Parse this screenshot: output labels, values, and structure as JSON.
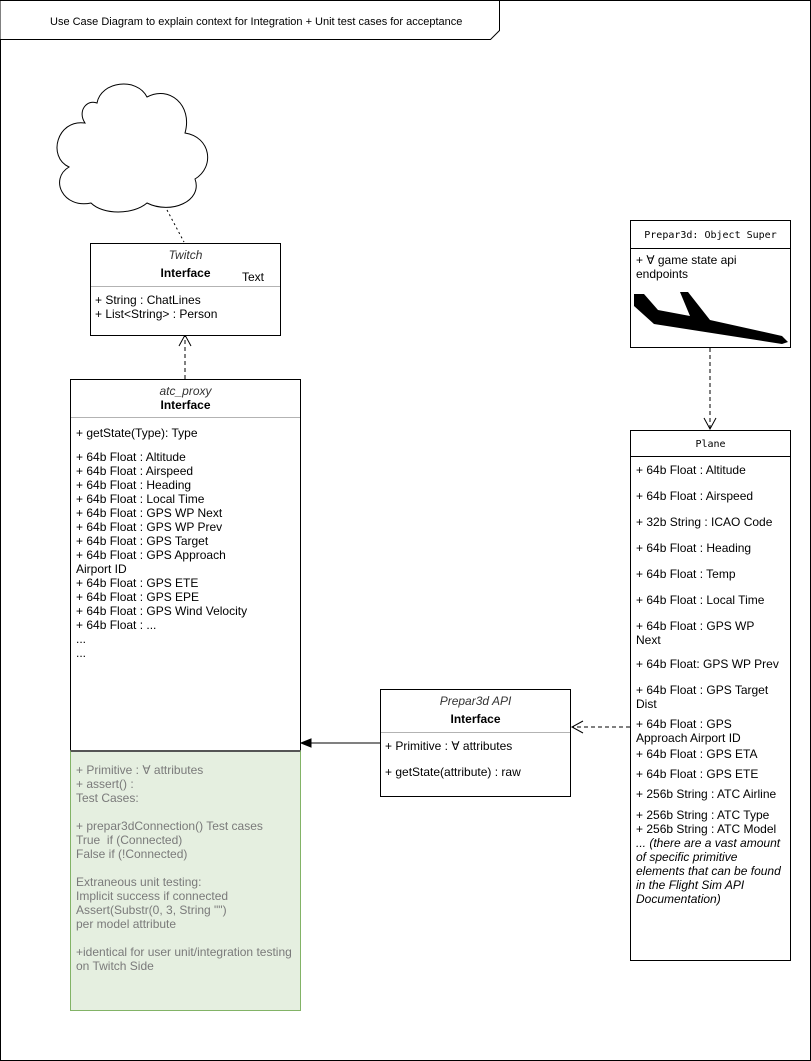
{
  "frame_title": "Use Case Diagram to explain context for Integration + Unit test cases for acceptance",
  "twitch": {
    "stereotype": "Twitch",
    "name": "Interface",
    "extra": "Text",
    "attributes": [
      "+ String : ChatLines",
      "+ List<String> : Person"
    ]
  },
  "atc_proxy": {
    "stereotype": "atc_proxy",
    "name": "Interface",
    "method": "+ getState(Type): Type",
    "attributes": [
      "+ 64b Float : Altitude",
      "+ 64b Float : Airspeed",
      "+ 64b Float : Heading",
      "+ 64b Float : Local Time",
      "+ 64b Float : GPS WP Next",
      "+ 64b Float : GPS WP Prev",
      "+ 64b Float : GPS Target",
      "+ 64b Float : GPS Approach",
      "Airport ID",
      "+ 64b Float : GPS ETE",
      "+ 64b Float : GPS EPE",
      "+ 64b Float : GPS Wind Velocity",
      "+ 64b Float : ...",
      "...",
      "..."
    ],
    "tests": [
      "+ Primitive : ∀ attributes",
      "+ assert() :",
      "Test Cases:",
      "+ prepar3dConnection() Test cases",
      "True  if (Connected)",
      "False if (!Connected)",
      "Extraneous unit testing:",
      "Implicit success if connected",
      "Assert(Substr(0, 3, String \"\")",
      "per model attribute",
      "+identical for user unit/integration testing",
      "on Twitch Side"
    ]
  },
  "prepar3d_super": {
    "title": "Prepar3d: Object Super",
    "attributes": [
      "+ ∀ game state api",
      "endpoints"
    ]
  },
  "plane": {
    "title": "Plane",
    "attributes": [
      "+ 64b Float : Altitude",
      "+ 64b Float : Airspeed",
      "+ 32b String : ICAO Code",
      "+ 64b Float : Heading",
      "+ 64b Float : Temp",
      "+ 64b Float : Local Time",
      "+ 64b Float : GPS WP",
      "Next",
      "+ 64b Float: GPS WP Prev",
      "+ 64b Float : GPS Target",
      "Dist",
      "+ 64b Float : GPS",
      "Approach Airport ID",
      "+ 64b Float : GPS ETA",
      "+ 64b Float : GPS ETE",
      "+ 256b String : ATC Airline",
      "+ 256b String : ATC Type",
      "+ 256b String : ATC Model"
    ],
    "note": "... (there are a vast amount of specific primitive elements that can be found in the Flight Sim API Documentation)"
  },
  "prepar3d_api": {
    "stereotype": "Prepar3d API",
    "name": "Interface",
    "attributes": [
      "+ Primitive : ∀ attributes",
      "+ getState(attribute) : raw"
    ]
  },
  "colors": {
    "test_fill": "#e5efe0",
    "test_border": "#82b366",
    "test_text": "#7a7a7a"
  }
}
